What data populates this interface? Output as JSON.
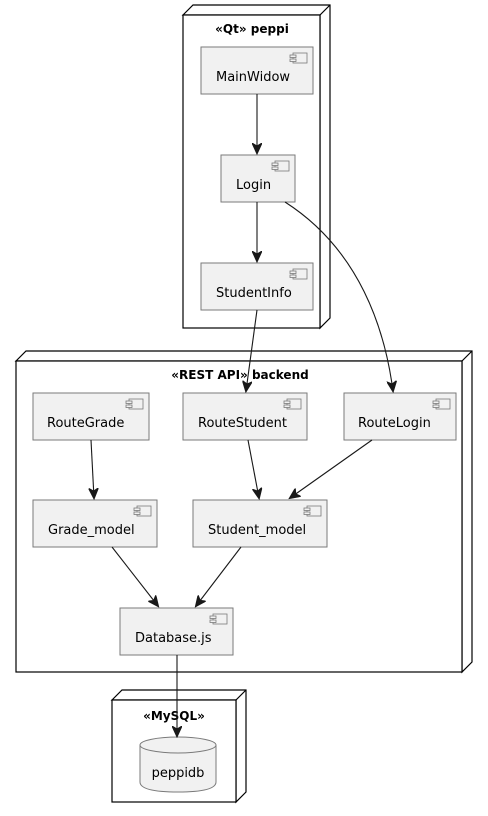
{
  "nodes": {
    "qt": {
      "title": "«Qt» peppi"
    },
    "rest": {
      "title": "«REST API» backend"
    },
    "mysql": {
      "title": "«MySQL»"
    }
  },
  "components": {
    "mainwidow": "MainWidow",
    "login": "Login",
    "studentinfo": "StudentInfo",
    "routegrade": "RouteGrade",
    "routestudent": "RouteStudent",
    "routelogin": "RouteLogin",
    "grade_model": "Grade_model",
    "student_model": "Student_model",
    "database": "Database.js"
  },
  "database_items": {
    "peppidb": "peppidb"
  },
  "edges": [
    {
      "from": "MainWidow",
      "to": "Login"
    },
    {
      "from": "Login",
      "to": "StudentInfo"
    },
    {
      "from": "Login",
      "to": "RouteLogin"
    },
    {
      "from": "StudentInfo",
      "to": "RouteStudent"
    },
    {
      "from": "RouteGrade",
      "to": "Grade_model"
    },
    {
      "from": "RouteStudent",
      "to": "Student_model"
    },
    {
      "from": "RouteLogin",
      "to": "Student_model"
    },
    {
      "from": "Grade_model",
      "to": "Database.js"
    },
    {
      "from": "Student_model",
      "to": "Database.js"
    },
    {
      "from": "Database.js",
      "to": "peppidb"
    }
  ]
}
